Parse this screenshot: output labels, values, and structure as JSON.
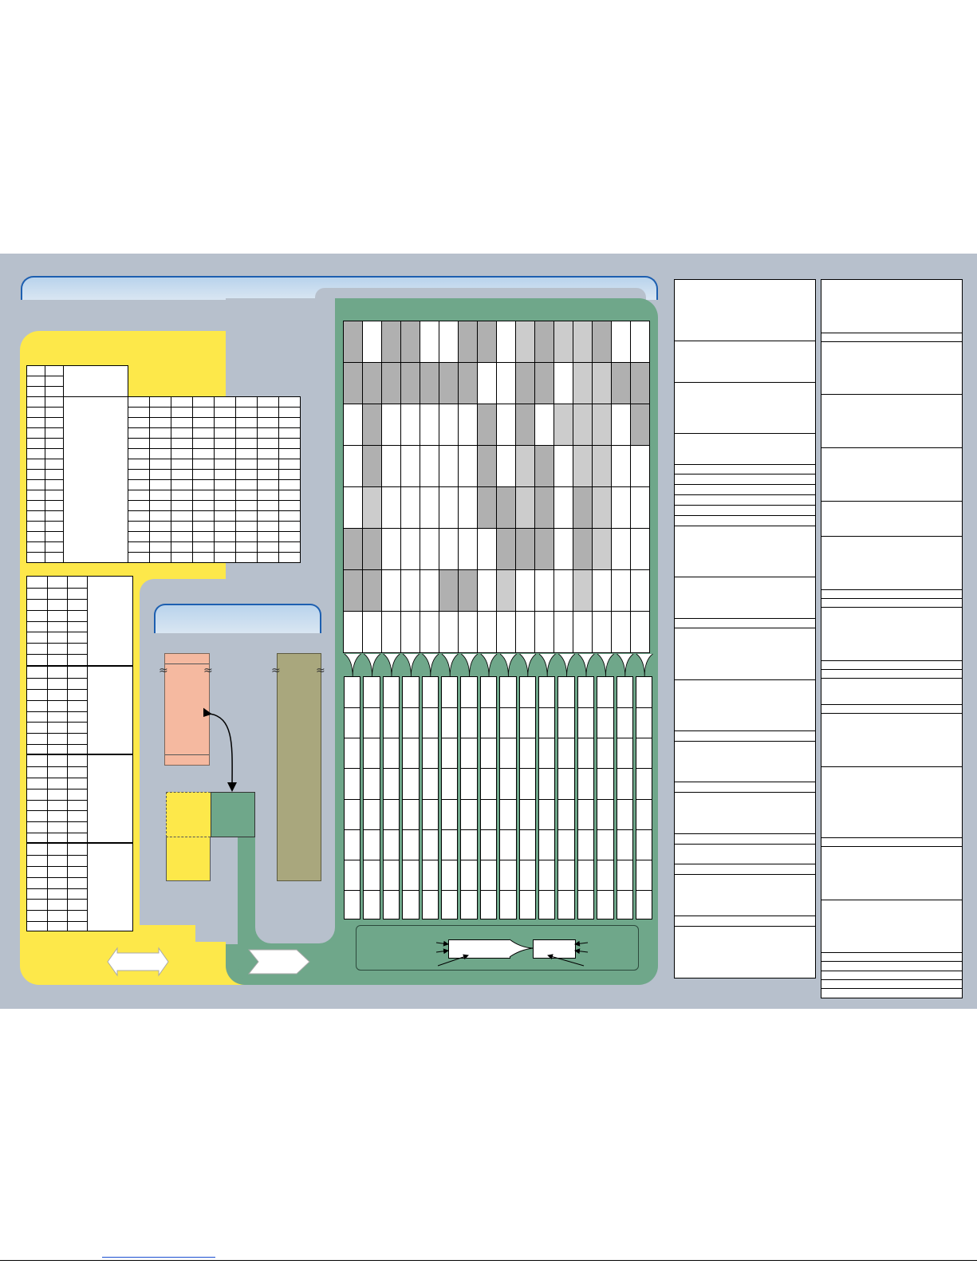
{
  "palette": {
    "panel": "#b7c0cc",
    "yellow": "#fde84a",
    "green": "#6fa78a",
    "salmon": "#f5b9a0",
    "olive": "#a9a77d",
    "tab_blue": "#1d5fb0",
    "cell_dark": "#b0b0b0",
    "cell_light": "#cccccc",
    "cell_white": "#ffffff"
  },
  "grid": {
    "columns": 16,
    "rows": [
      [
        "dark",
        "white",
        "dark",
        "dark",
        "white",
        "white",
        "dark",
        "dark",
        "white",
        "light",
        "dark",
        "light",
        "light",
        "dark",
        "white",
        "white"
      ],
      [
        "dark",
        "dark",
        "dark",
        "dark",
        "dark",
        "dark",
        "dark",
        "white",
        "white",
        "dark",
        "dark",
        "white",
        "light",
        "light",
        "dark",
        "dark"
      ],
      [
        "white",
        "dark",
        "white",
        "white",
        "white",
        "white",
        "white",
        "dark",
        "white",
        "dark",
        "white",
        "light",
        "light",
        "light",
        "white",
        "dark"
      ],
      [
        "white",
        "dark",
        "white",
        "white",
        "white",
        "white",
        "white",
        "dark",
        "white",
        "light",
        "dark",
        "white",
        "light",
        "light",
        "white",
        "white"
      ],
      [
        "white",
        "light",
        "white",
        "white",
        "white",
        "white",
        "white",
        "dark",
        "dark",
        "light",
        "dark",
        "white",
        "dark",
        "light",
        "white",
        "white"
      ],
      [
        "dark",
        "dark",
        "white",
        "white",
        "white",
        "white",
        "white",
        "white",
        "dark",
        "dark",
        "dark",
        "white",
        "dark",
        "light",
        "white",
        "white"
      ],
      [
        "dark",
        "dark",
        "white",
        "white",
        "white",
        "dark",
        "dark",
        "white",
        "light",
        "white",
        "white",
        "white",
        "light",
        "white",
        "white",
        "white"
      ],
      [
        "white",
        "white",
        "white",
        "white",
        "white",
        "white",
        "white",
        "white",
        "white",
        "white",
        "white",
        "white",
        "white",
        "white",
        "white",
        "white"
      ]
    ]
  },
  "lower_grid": {
    "columns": 16,
    "rows": 8
  },
  "left_table": {
    "header_rows": 3,
    "body_rows": 16,
    "value_cols": 8
  },
  "left_lower_blocks": [
    8,
    8,
    8,
    8
  ],
  "side_col_left": [
    6,
    4,
    5,
    3,
    1,
    1,
    1,
    1,
    1,
    1,
    5,
    4,
    1,
    5,
    5,
    1,
    4,
    1,
    4,
    1,
    2,
    1,
    4,
    1,
    5
  ],
  "side_col_right": [
    6,
    1,
    6,
    6,
    6,
    4,
    6,
    1,
    1,
    6,
    1,
    1,
    3,
    1,
    6,
    8,
    1,
    6,
    6,
    1,
    1,
    1,
    1,
    1
  ]
}
